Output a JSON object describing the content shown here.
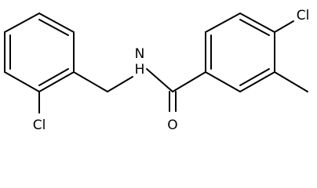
{
  "molecule": {
    "atoms": {
      "n": "N",
      "h": "H",
      "o": "O",
      "cl_left": "Cl",
      "cl_right": "Cl"
    }
  }
}
